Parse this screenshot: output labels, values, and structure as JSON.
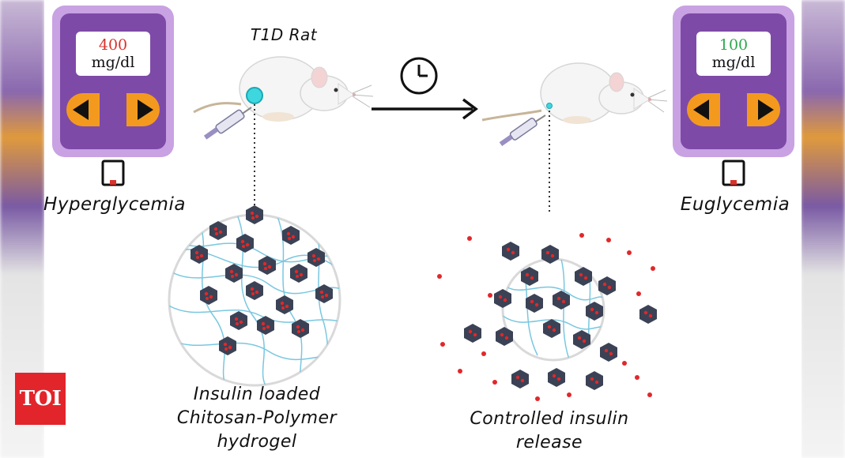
{
  "title_rat": "T1D Rat",
  "left_meter": {
    "value": "400",
    "unit": "mg/dl",
    "value_color": "#d9312b"
  },
  "right_meter": {
    "value": "100",
    "unit": "mg/dl",
    "value_color": "#2fa84f"
  },
  "state_left": "Hyperglycemia",
  "state_right": "Euglycemia",
  "caption_left": [
    "Insulin loaded",
    "Chitosan-Polymer",
    "hydrogel"
  ],
  "caption_right": [
    "Controlled insulin",
    "release"
  ],
  "logo_text": "TOI",
  "icons": [
    "left-arrow-icon",
    "right-arrow-icon",
    "clock-icon",
    "syringe-icon",
    "rat-icon"
  ],
  "colors": {
    "meter_body": "#7e4aa8",
    "meter_frame": "#c8a2e2",
    "meter_button": "#f39a1e",
    "hydrogel_fiber": "#79c7e0",
    "nanoparticle": "#3b4255",
    "insulin_dot": "#e0282a"
  }
}
